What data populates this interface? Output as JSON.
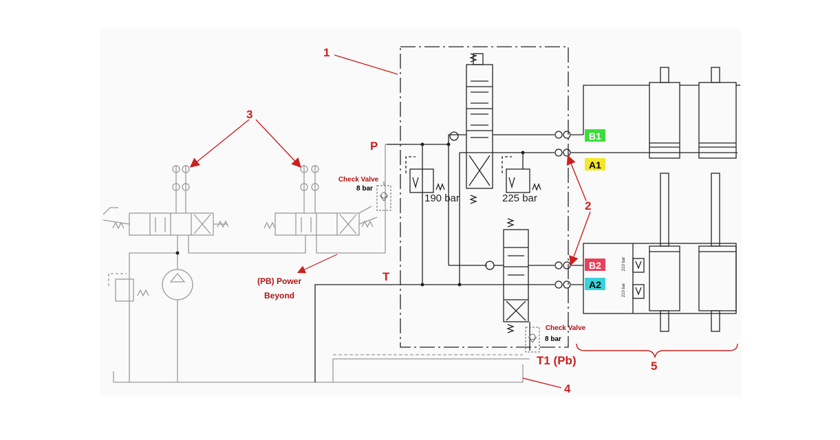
{
  "callouts": {
    "n1": "1",
    "n2": "2",
    "n3": "3",
    "n4": "4",
    "n5": "5"
  },
  "ports": {
    "P": "P",
    "T": "T",
    "T1": "T1 (Pb)",
    "B1": "B1",
    "A1": "A1",
    "B2": "B2",
    "A2": "A2"
  },
  "relief": {
    "left": "190 bar",
    "right": "225 bar",
    "cyl_top": "210 bar",
    "cyl_bottom": "210 bar"
  },
  "check_valve_top": {
    "title": "Check Valve",
    "value": "8 bar"
  },
  "check_valve_bottom": {
    "title": "Check Valve",
    "value": "8 bar"
  },
  "power_beyond": {
    "line1": "(PB) Power",
    "line2": "Beyond"
  },
  "colors": {
    "callout_red": "#cc1f1f",
    "B1_tag": "#3ddc3d",
    "A1_tag": "#f5e62b",
    "B2_tag": "#e8405a",
    "A2_tag": "#36d3dc"
  }
}
